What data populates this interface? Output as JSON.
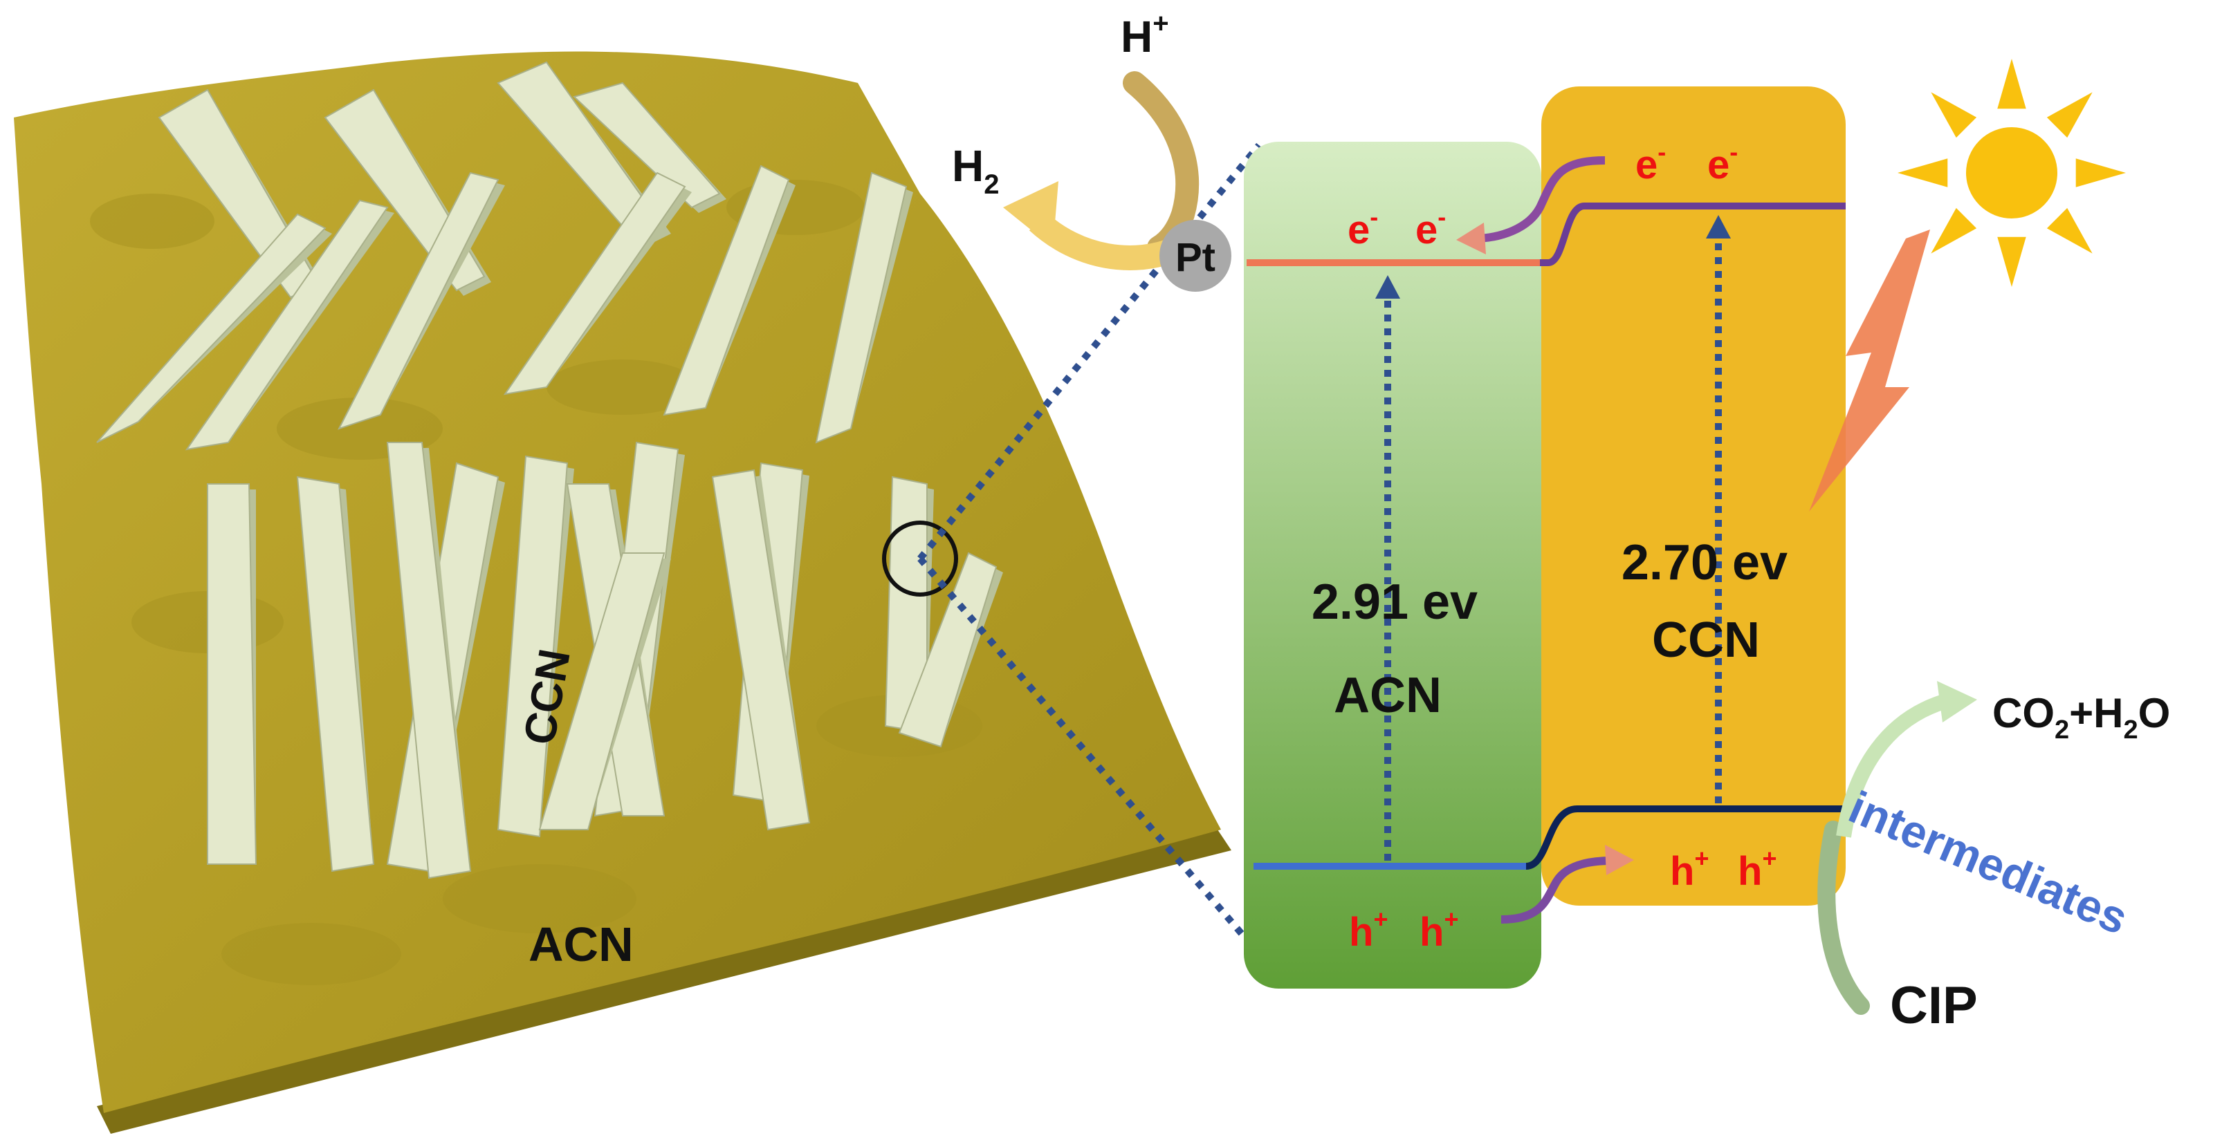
{
  "colors": {
    "surface": "#b5a02a",
    "surface_dark": "#7e6f14",
    "rod": "#e4e9cc",
    "rod_side": "#b9c19a",
    "acn_top": "#d7edc4",
    "acn_bottom": "#5f9f36",
    "ccn_box": "#eeb825",
    "electron_red": "#ee1111",
    "hole_red": "#ee1111",
    "acn_cb_line": "#ee7755",
    "ccn_cb_line": "#6a3d96",
    "acn_vb_line": "#3f6fd0",
    "ccn_vb_line": "#0d2357",
    "transition_arrow": "#2f4f8f",
    "dotted_zoom": "#2f4f8f",
    "pt_circle": "#a9a9a9",
    "h2_arrow": "#f2cf6b",
    "h_plus_arrow": "#c9a95c",
    "lightning": "#ee7e4e",
    "sun": "#f9c10e",
    "intermediates_text": "#4a72d0",
    "cip_arrow": "#9cba8a",
    "co2_arrow": "#c9e5b6",
    "text_dark": "#111111"
  },
  "icons": {
    "sun": "sun-icon",
    "lightning": "lightning-icon"
  },
  "labels": {
    "ccn_rods": "CCN",
    "acn_surface": "ACN",
    "pt": "Pt",
    "h_plus": "H",
    "h_plus_sup": "+",
    "h2": "H",
    "h2_sub": "2",
    "acn_electrons": [
      "e",
      "e"
    ],
    "ccn_electrons": [
      "e",
      "e"
    ],
    "electron_sup": "-",
    "acn_holes": [
      "h",
      "h"
    ],
    "ccn_holes": [
      "h",
      "h"
    ],
    "hole_sup": "+",
    "acn_gap": "2.91 ev",
    "acn_name": "ACN",
    "ccn_gap": "2.70 ev",
    "ccn_name": "CCN",
    "intermediates": "intermediates",
    "cip": "CIP",
    "product_co": "CO",
    "product_sub1": "2",
    "product_plus_h": "+H",
    "product_sub2": "2",
    "product_o": "O"
  }
}
